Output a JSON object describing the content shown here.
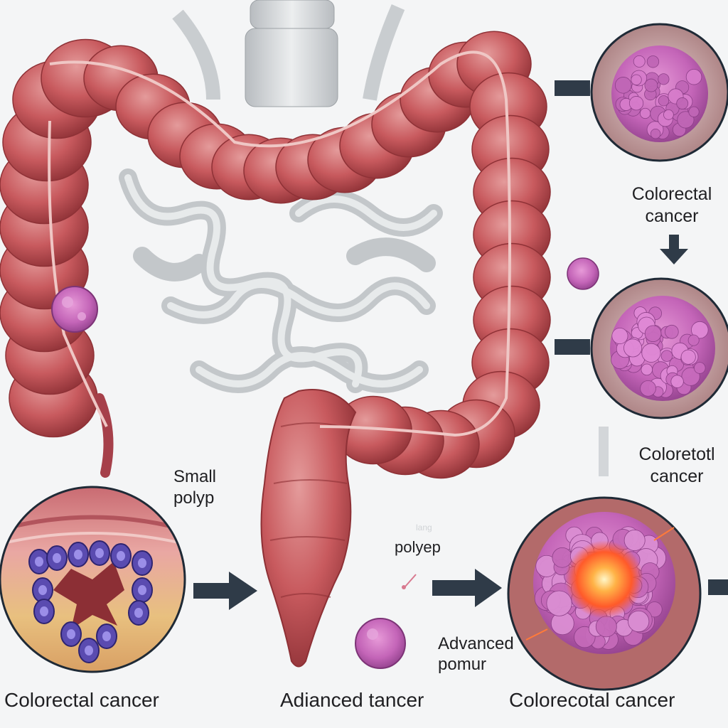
{
  "labels": {
    "small_polyp": "Small polyp",
    "polyep": "polyep",
    "advanced_tumor": "Advanced pomur",
    "cancer_top": "Colorectal cancer",
    "cancer_mid": "Coloretotl cancer",
    "bottom_left": "Colorectal cancer",
    "bottom_mid": "Adianced tancer",
    "bottom_right": "Colorecotal cancer",
    "faint_text": "lang"
  },
  "colors": {
    "colon": "#c85a5e",
    "colon_dark": "#9e3a40",
    "intestine": "#d9dcde",
    "polyp": "#b85aa8",
    "tumor": "#c465b8",
    "arrow": "#2f3b48",
    "background": "#f4f5f6"
  },
  "icons": {
    "arrow": "arrow-right-icon",
    "arrow_down": "arrow-down-icon"
  }
}
